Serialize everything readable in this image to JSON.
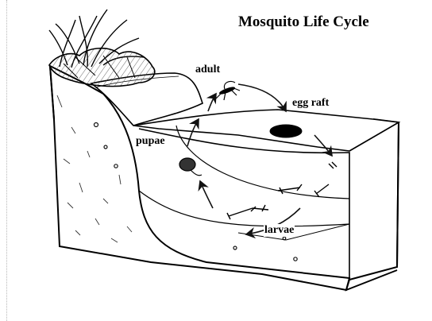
{
  "diagram": {
    "title": "Mosquito Life Cycle",
    "stages": {
      "adult": "adult",
      "egg_raft": "egg raft",
      "pupae": "pupae",
      "larvae": "larvae"
    }
  }
}
